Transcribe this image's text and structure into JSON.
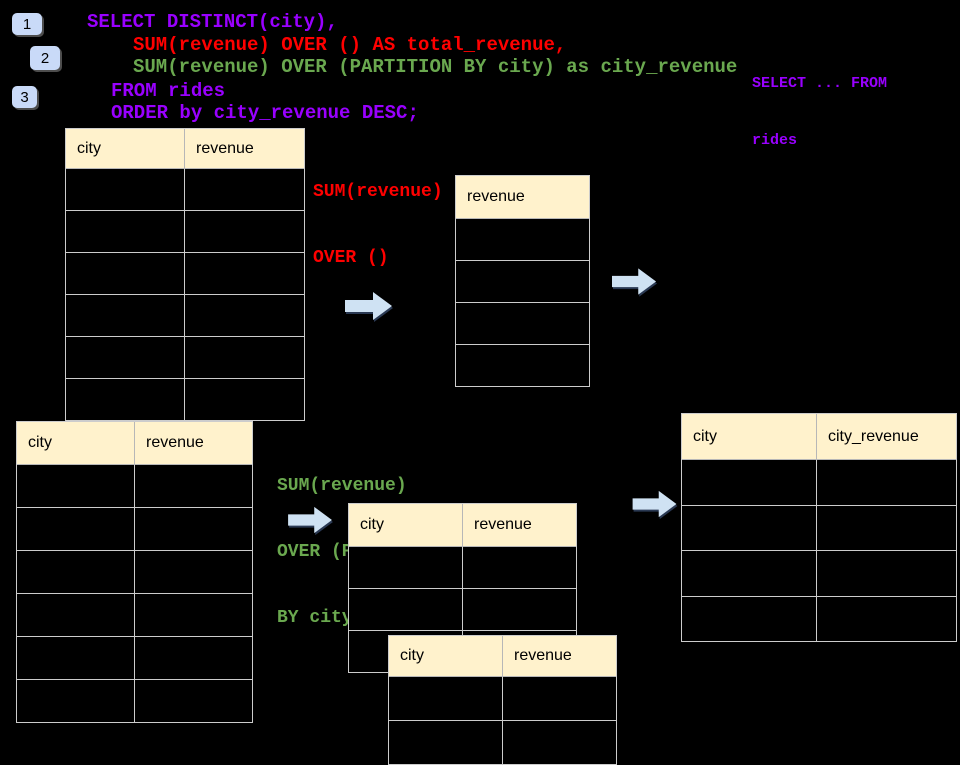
{
  "colors": {
    "background": "#000000",
    "keyword_purple": "#9900ff",
    "window_total_red": "#ff0000",
    "partition_green": "#6aa84f",
    "table_header_bg": "#fff2cc",
    "table_border": "#cccccc",
    "arrow_blue": "#cfe2f3",
    "badge_bg": "#c9daf8"
  },
  "badges": {
    "b1": "1",
    "b2": "2",
    "b3": "3"
  },
  "code": {
    "line1": "SELECT DISTINCT(city),",
    "line2": "SUM(revenue) OVER () AS total_revenue,",
    "line3": "SUM(revenue) OVER (PARTITION BY city) as city_revenue",
    "line4": "FROM rides",
    "line5": "ORDER by city_revenue DESC;"
  },
  "side_note": {
    "line1": "SELECT ... FROM",
    "line2": "rides"
  },
  "labels": {
    "total_revenue": {
      "line1": "SUM(revenue)",
      "line2": "OVER ()"
    },
    "partition": {
      "line1": "SUM(revenue)",
      "line2": "OVER (PARTITION",
      "line3": "BY city)"
    }
  },
  "tables": {
    "source_top": {
      "columns": [
        "city",
        "revenue"
      ],
      "rows": 6
    },
    "revenue_only": {
      "columns": [
        "revenue"
      ],
      "rows": 4
    },
    "source_bottom": {
      "columns": [
        "city",
        "revenue"
      ],
      "rows": 6
    },
    "partition_mid": {
      "columns": [
        "city",
        "revenue"
      ],
      "rows": 3
    },
    "partition_overlap": {
      "columns": [
        "city",
        "revenue"
      ],
      "rows": 2
    },
    "result": {
      "columns": [
        "city",
        "city_revenue"
      ],
      "rows": 4
    }
  },
  "icons": {
    "arrow": "arrow-right"
  }
}
